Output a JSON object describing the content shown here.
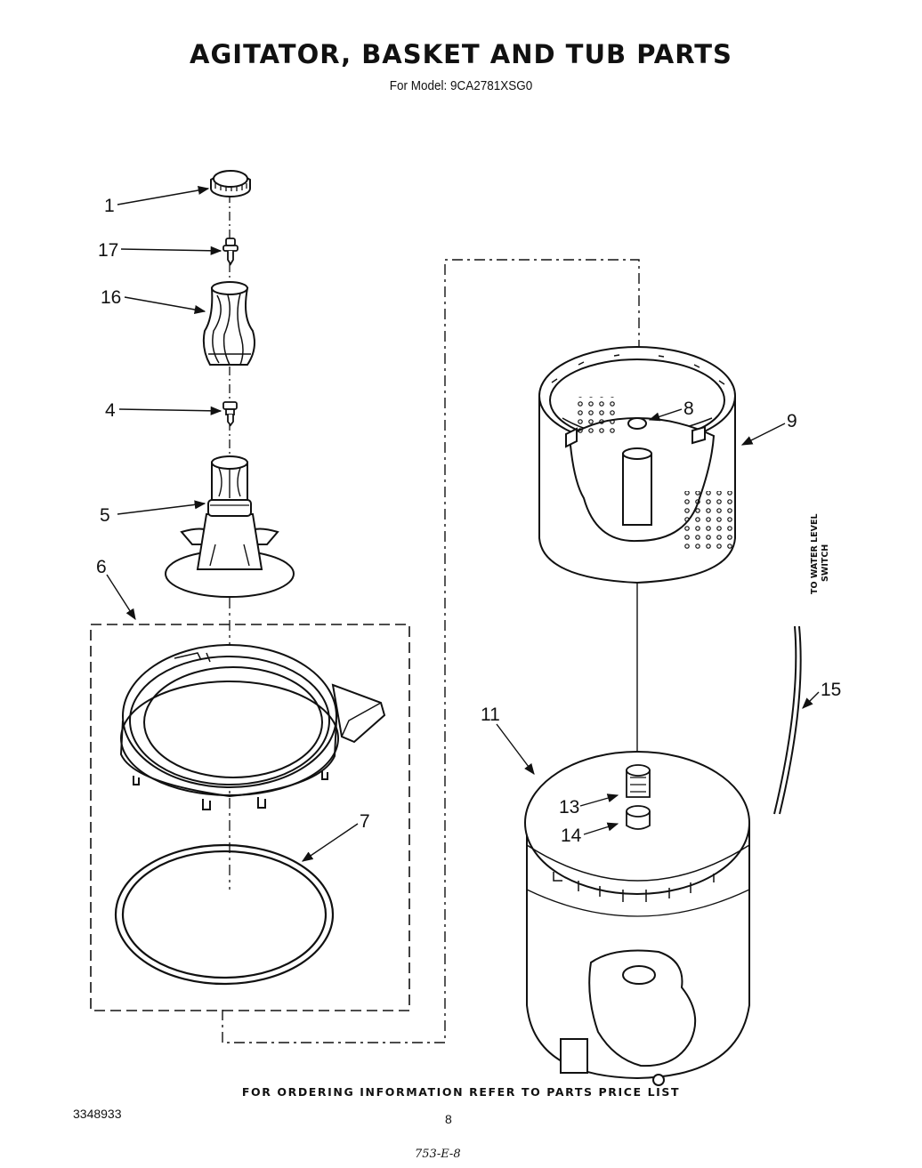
{
  "title": "AGITATOR, BASKET AND TUB PARTS",
  "subtitle": "For Model: 9CA2781XSG0",
  "footer_note": "FOR ORDERING INFORMATION REFER TO PARTS PRICE LIST",
  "doc_number": "3348933",
  "page_number": "8",
  "handwritten_code": "753-E-8",
  "side_label": {
    "line1": "TO WATER LEVEL",
    "line2": "SWITCH"
  },
  "callouts": {
    "c1": "1",
    "c17": "17",
    "c16": "16",
    "c4": "4",
    "c5": "5",
    "c6": "6",
    "c7": "7",
    "c8": "8",
    "c9": "9",
    "c11": "11",
    "c13": "13",
    "c14": "14",
    "c15": "15"
  }
}
